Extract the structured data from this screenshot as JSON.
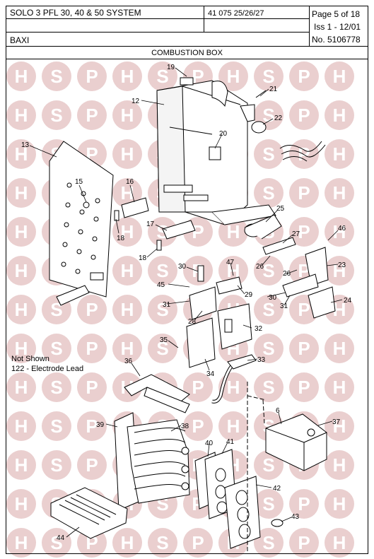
{
  "header": {
    "title": "SOLO 3 PFL 30, 40 & 50 SYSTEM",
    "code": "41 075 25/26/27",
    "page": "Page 5 of 18",
    "issue": "Iss 1 - 12/01",
    "number": "No. 5106778",
    "brand": "BAXI",
    "section": "COMBUSTION BOX"
  },
  "note": {
    "line1": "Not Shown",
    "line2": "122 - Electrode Lead"
  },
  "watermark": {
    "letters": [
      "H",
      "S",
      "P"
    ],
    "color": "#d9a8a8"
  },
  "callouts": [
    "19",
    "12",
    "21",
    "22",
    "20",
    "13",
    "15",
    "16",
    "18",
    "17",
    "18",
    "25",
    "27",
    "46",
    "26",
    "23",
    "30",
    "47",
    "45",
    "29",
    "26",
    "30",
    "31",
    "31",
    "24",
    "28",
    "32",
    "35",
    "33",
    "34",
    "36",
    "6",
    "37",
    "39",
    "38",
    "40",
    "41",
    "42",
    "43",
    "44"
  ]
}
